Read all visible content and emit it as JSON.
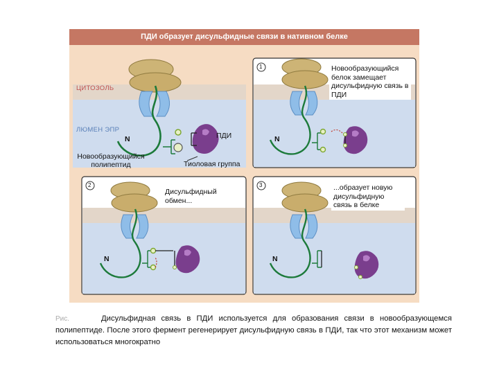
{
  "figure": {
    "title": "ПДИ образует дисульфидные  связи в нативном белке",
    "zones": {
      "cytosol": "ЦИТОЗОЛЬ",
      "er_lumen": "ЛЮМЕН ЭПР"
    },
    "labels": {
      "n_terminus": "N",
      "pdi": "ПДИ",
      "nascent_polypeptide": "Новообразующийся полипептид",
      "thiol_group": "Тиоловая группа"
    },
    "panels": [
      {
        "number": "1",
        "text": "Новообразующийся белок замещает дисульфидную связь в ПДИ"
      },
      {
        "number": "2",
        "text": "Дисульфидный обмен..."
      },
      {
        "number": "3",
        "text": "...образует новую дисульфидную связь в белке"
      }
    ],
    "colors": {
      "background": "#f6dcc3",
      "title_bar": "#c57763",
      "membrane": "#e3d6c9",
      "lumen": "#cfdcee",
      "ribosome": "#cdb476",
      "translocon": "#8fbde8",
      "polypeptide": "#1c7a3a",
      "pdi": "#7a3e8d",
      "thiol": "#7ea832",
      "cytosol_label": "#c0504d",
      "lumen_label": "#5a80b8"
    }
  },
  "caption": {
    "figure_number": "Рис.",
    "text": "Дисульфидная связь в ПДИ используется для образования связи в новообразующемся полипептиде. После этого фермент регенерирует дисульфидную связь в ПДИ, так что этот механизм может использоваться многократно"
  }
}
